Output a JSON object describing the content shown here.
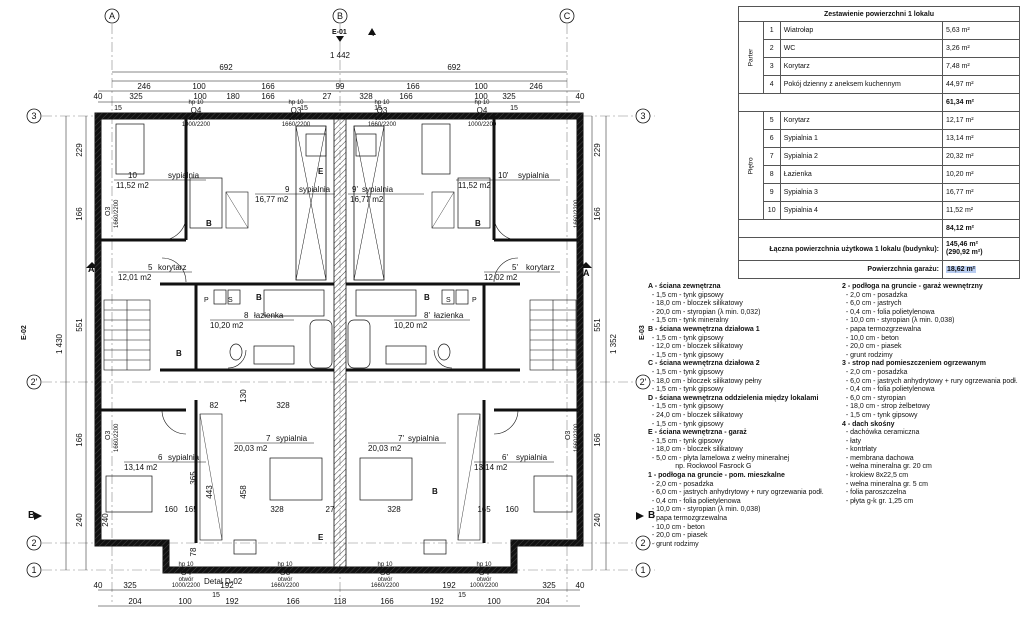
{
  "axes": {
    "a": "A",
    "b": "B",
    "c": "C",
    "r3": "3",
    "r2p": "2'",
    "r2": "2",
    "r1": "1",
    "rb": "B",
    "ra": "A"
  },
  "sections": {
    "e01": "E-01",
    "e02": "E-02",
    "e03": "E-03"
  },
  "dims_top": {
    "row1": [
      "692",
      "692"
    ],
    "total": "1 442",
    "row3": [
      "246",
      "100",
      "166",
      "99",
      "100",
      "166",
      "246"
    ],
    "row4": [
      "40",
      "325",
      "100",
      "180",
      "166",
      "27",
      "166",
      "328",
      "100",
      "325",
      "40"
    ],
    "row4b": [
      "15",
      "15",
      "15",
      "15"
    ]
  },
  "dims_bottom": {
    "row1": [
      "40",
      "325",
      "160",
      "165",
      "192",
      "328",
      "27",
      "328",
      "192",
      "165",
      "160",
      "325",
      "40"
    ],
    "row2": [
      "204",
      "100",
      "192",
      "166",
      "118",
      "166",
      "192",
      "100",
      "204"
    ],
    "row3": [
      "15",
      "15"
    ]
  },
  "dims_left": [
    "229",
    "166",
    "551",
    "1 430",
    "166",
    "240"
  ],
  "dims_right": [
    "229",
    "166",
    "551",
    "1 352",
    "166",
    "240"
  ],
  "dims_inner": [
    "82",
    "130",
    "328",
    "365",
    "443",
    "458",
    "78",
    "240"
  ],
  "rooms": [
    {
      "no": "10",
      "name": "sypialnia",
      "area": "11,52 m2"
    },
    {
      "no": "9",
      "name": "sypialnia",
      "area": "16,77 m2"
    },
    {
      "no": "9'",
      "name": "sypialnia",
      "area": "16,77 m2"
    },
    {
      "no": "10'",
      "name": "sypialnia",
      "area": "11,52 m2"
    },
    {
      "no": "5",
      "name": "korytarz",
      "area": "12,01 m2"
    },
    {
      "no": "5'",
      "name": "korytarz",
      "area": "12,02 m2"
    },
    {
      "no": "8",
      "name": "łazienka",
      "area": "10,20 m2"
    },
    {
      "no": "8'",
      "name": "łazienka",
      "area": "10,20 m2"
    },
    {
      "no": "7",
      "name": "sypialnia",
      "area": "20,03 m2"
    },
    {
      "no": "7'",
      "name": "sypialnia",
      "area": "20,03 m2"
    },
    {
      "no": "6",
      "name": "sypialnia",
      "area": "13,14 m2"
    },
    {
      "no": "6'",
      "name": "sypialnia",
      "area": "13,14 m2"
    }
  ],
  "openings": {
    "hp10": "hp 10",
    "o4": "O4",
    "o3": "O3",
    "otwor": "otwór",
    "s1": "1000/2200",
    "s2": "1660/2200",
    "o3v": "O3",
    "sv": "1660/2200",
    "otworv": "otwór"
  },
  "labels": {
    "wallA": "A",
    "wallB": "B",
    "wallE": "E",
    "wallC": "C",
    "p": "P",
    "s": "S",
    "detal": "Detal D-02"
  },
  "table": {
    "title": "Zestawienie powierzchni 1 lokalu",
    "parter_label": "Parter",
    "pietro_label": "Piętro",
    "parter": [
      {
        "no": "1",
        "name": "Wiatrołap",
        "val": "5,63 m²"
      },
      {
        "no": "2",
        "name": "WC",
        "val": "3,26 m²"
      },
      {
        "no": "3",
        "name": "Korytarz",
        "val": "7,48 m²"
      },
      {
        "no": "4",
        "name": "Pokój dzienny z aneksem kuchennym",
        "val": "44,97 m²"
      }
    ],
    "parter_sum": "61,34 m²",
    "pietro": [
      {
        "no": "5",
        "name": "Korytarz",
        "val": "12,17 m²"
      },
      {
        "no": "6",
        "name": "Sypialnia 1",
        "val": "13,14 m²"
      },
      {
        "no": "7",
        "name": "Sypialnia 2",
        "val": "20,32 m²"
      },
      {
        "no": "8",
        "name": "Łazienka",
        "val": "10,20 m²"
      },
      {
        "no": "9",
        "name": "Sypialnia 3",
        "val": "16,77 m²"
      },
      {
        "no": "10",
        "name": "Sypialnia 4",
        "val": "11,52 m²"
      }
    ],
    "pietro_sum": "84,12 m²",
    "total_label": "Łączna powierzchnia użytkowa 1 lokalu (budynku):",
    "total_val": "145,46 m²",
    "total_val2": "(290,92 m²)",
    "garage_label": "Powierzchnia garażu:",
    "garage_val": "18,62 m²"
  },
  "legend_left": [
    {
      "h": true,
      "t": "A - ściana zewnętrzna"
    },
    {
      "t": "  - 1,5 cm - tynk gipsowy"
    },
    {
      "t": "  - 18,0 cm - bloczek silikatowy"
    },
    {
      "t": "  - 20,0 cm - styropian (λ min. 0,032)"
    },
    {
      "t": "  - 1,5 cm - tynk mineralny"
    },
    {
      "h": true,
      "t": "B - ściana wewnętrzna działowa 1"
    },
    {
      "t": "  - 1,5 cm - tynk gipsowy"
    },
    {
      "t": "  - 12,0 cm - bloczek silikatowy"
    },
    {
      "t": "  - 1,5 cm - tynk gipsowy"
    },
    {
      "h": true,
      "t": "C - ściana wewnętrzna działowa 2"
    },
    {
      "t": "  - 1,5 cm - tynk gipsowy"
    },
    {
      "t": "  - 18,0 cm - bloczek silikatowy pełny"
    },
    {
      "t": "  - 1,5 cm - tynk gipsowy"
    },
    {
      "h": true,
      "t": "D - ściana wewnętrzna oddzielenia między lokalami"
    },
    {
      "t": "  - 1,5 cm - tynk gipsowy"
    },
    {
      "t": "  - 24,0 cm - bloczek silikatowy"
    },
    {
      "t": "  - 1,5 cm - tynk gipsowy"
    },
    {
      "h": true,
      "t": "E - ściana wewnętrzna - garaż"
    },
    {
      "t": "  - 1,5 cm - tynk gipsowy"
    },
    {
      "t": "  - 18,0 cm - bloczek silikatowy"
    },
    {
      "t": "  - 5,0 cm - płyta lamelowa z wełny mineralnej"
    },
    {
      "t": "              np. Rockwool Fasrock G"
    },
    {
      "t": ""
    },
    {
      "h": true,
      "t": "1 - podłoga na gruncie - pom. mieszkalne"
    },
    {
      "t": "  - 2,0 cm - posadzka"
    },
    {
      "t": "  - 6,0 cm - jastrych anhydrytowy + rury ogrzewania podł."
    },
    {
      "t": "  - 0,4 cm - folia polietylenowa"
    },
    {
      "t": "  - 10,0 cm - styropian (λ min. 0,038)"
    },
    {
      "t": "  - papa termozgrzewalna"
    },
    {
      "t": "  - 10,0 cm - beton"
    },
    {
      "t": "  - 20,0 cm - piasek"
    },
    {
      "t": "  - grunt rodzimy"
    }
  ],
  "legend_right": [
    {
      "h": true,
      "t": "2 - podłoga na gruncie - garaż wewnętrzny"
    },
    {
      "t": "  - 2,0 cm - posadzka"
    },
    {
      "t": "  - 6,0 cm - jastrych"
    },
    {
      "t": "  - 0,4 cm - folia polietylenowa"
    },
    {
      "t": "  - 10,0 cm - styropian (λ min. 0,038)"
    },
    {
      "t": "  - papa termozgrzewalna"
    },
    {
      "t": "  - 10,0 cm - beton"
    },
    {
      "t": "  - 20,0 cm - piasek"
    },
    {
      "t": "  - grunt rodzimy"
    },
    {
      "h": true,
      "t": "3 - strop nad pomieszczeniem ogrzewanym"
    },
    {
      "t": "  - 2,0 cm - posadzka"
    },
    {
      "t": "  - 6,0 cm - jastrych anhydrytowy + rury ogrzewania podł."
    },
    {
      "t": "  - 0,4 cm - folia polietylenowa"
    },
    {
      "t": "  - 6,0 cm - styropian"
    },
    {
      "t": "  - 18,0 cm - strop żelbetowy"
    },
    {
      "t": "  - 1,5 cm - tynk gipsowy"
    },
    {
      "h": true,
      "t": "4 - dach skośny"
    },
    {
      "t": "  - dachówka ceramiczna"
    },
    {
      "t": "  - łaty"
    },
    {
      "t": "  - kontrłaty"
    },
    {
      "t": "  - membrana dachowa"
    },
    {
      "t": "  - wełna mineralna gr. 20 cm"
    },
    {
      "t": "  - krokiew 8x22,5 cm"
    },
    {
      "t": "  - wełna mineralna gr. 5 cm"
    },
    {
      "t": "  - folia paroszczelna"
    },
    {
      "t": "  - płyta g-k gr. 1,25 cm"
    }
  ]
}
